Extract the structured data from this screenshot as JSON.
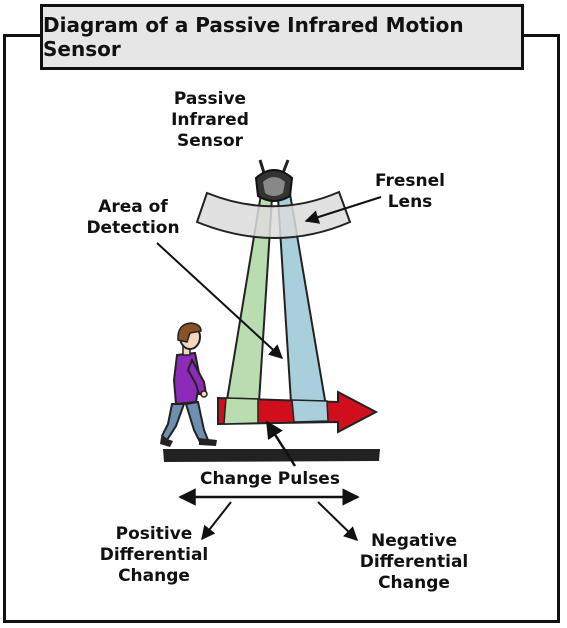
{
  "title": "Diagram of a Passive Infrared Motion Sensor",
  "labels": {
    "sensor": "Passive\nInfrared\nSensor",
    "lens": "Fresnel\nLens",
    "area": "Area of\nDetection",
    "pulses": "Change Pulses",
    "positive": "Positive\nDifferential\nChange",
    "negative": "Negative\nDifferential\nChange"
  },
  "colors": {
    "left_beam": "#b9dcb0",
    "right_beam": "#a9cfdc",
    "lens": "#dcdcdc",
    "arrow": "#d10f1c",
    "ground": "#222222",
    "shirt": "#8d2bb8",
    "jeans": "#6f8fb0",
    "hair": "#8a5128",
    "skin": "#f5d7bf"
  }
}
